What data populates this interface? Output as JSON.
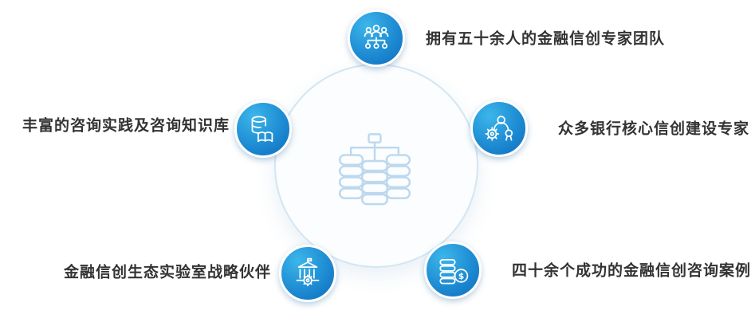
{
  "diagram": {
    "center": {
      "icon": "database-cluster-icon"
    },
    "items": [
      {
        "position": "top",
        "icon": "team-icon",
        "label": "拥有五十余人的金融信创专家团队"
      },
      {
        "position": "right",
        "icon": "certified-expert-icon",
        "label": "众多银行核心信创建设专家"
      },
      {
        "position": "bottom-right",
        "icon": "coins-icon",
        "label": "四十余个成功的金融信创咨询案例"
      },
      {
        "position": "bottom-left",
        "icon": "institution-gear-icon",
        "label": "金融信创生态实验室战略伙伴"
      },
      {
        "position": "left",
        "icon": "database-book-icon",
        "label": "丰富的咨询实践及咨询知识库"
      }
    ],
    "colors": {
      "node_blue_light": "#3cb6ea",
      "node_blue_dark": "#0e6cbd",
      "center_ring": "#d3e6f4",
      "center_fill": "#fbfdfe",
      "center_icon": "#bdd8ee",
      "label_text": "#333333",
      "background": "#ffffff"
    }
  }
}
